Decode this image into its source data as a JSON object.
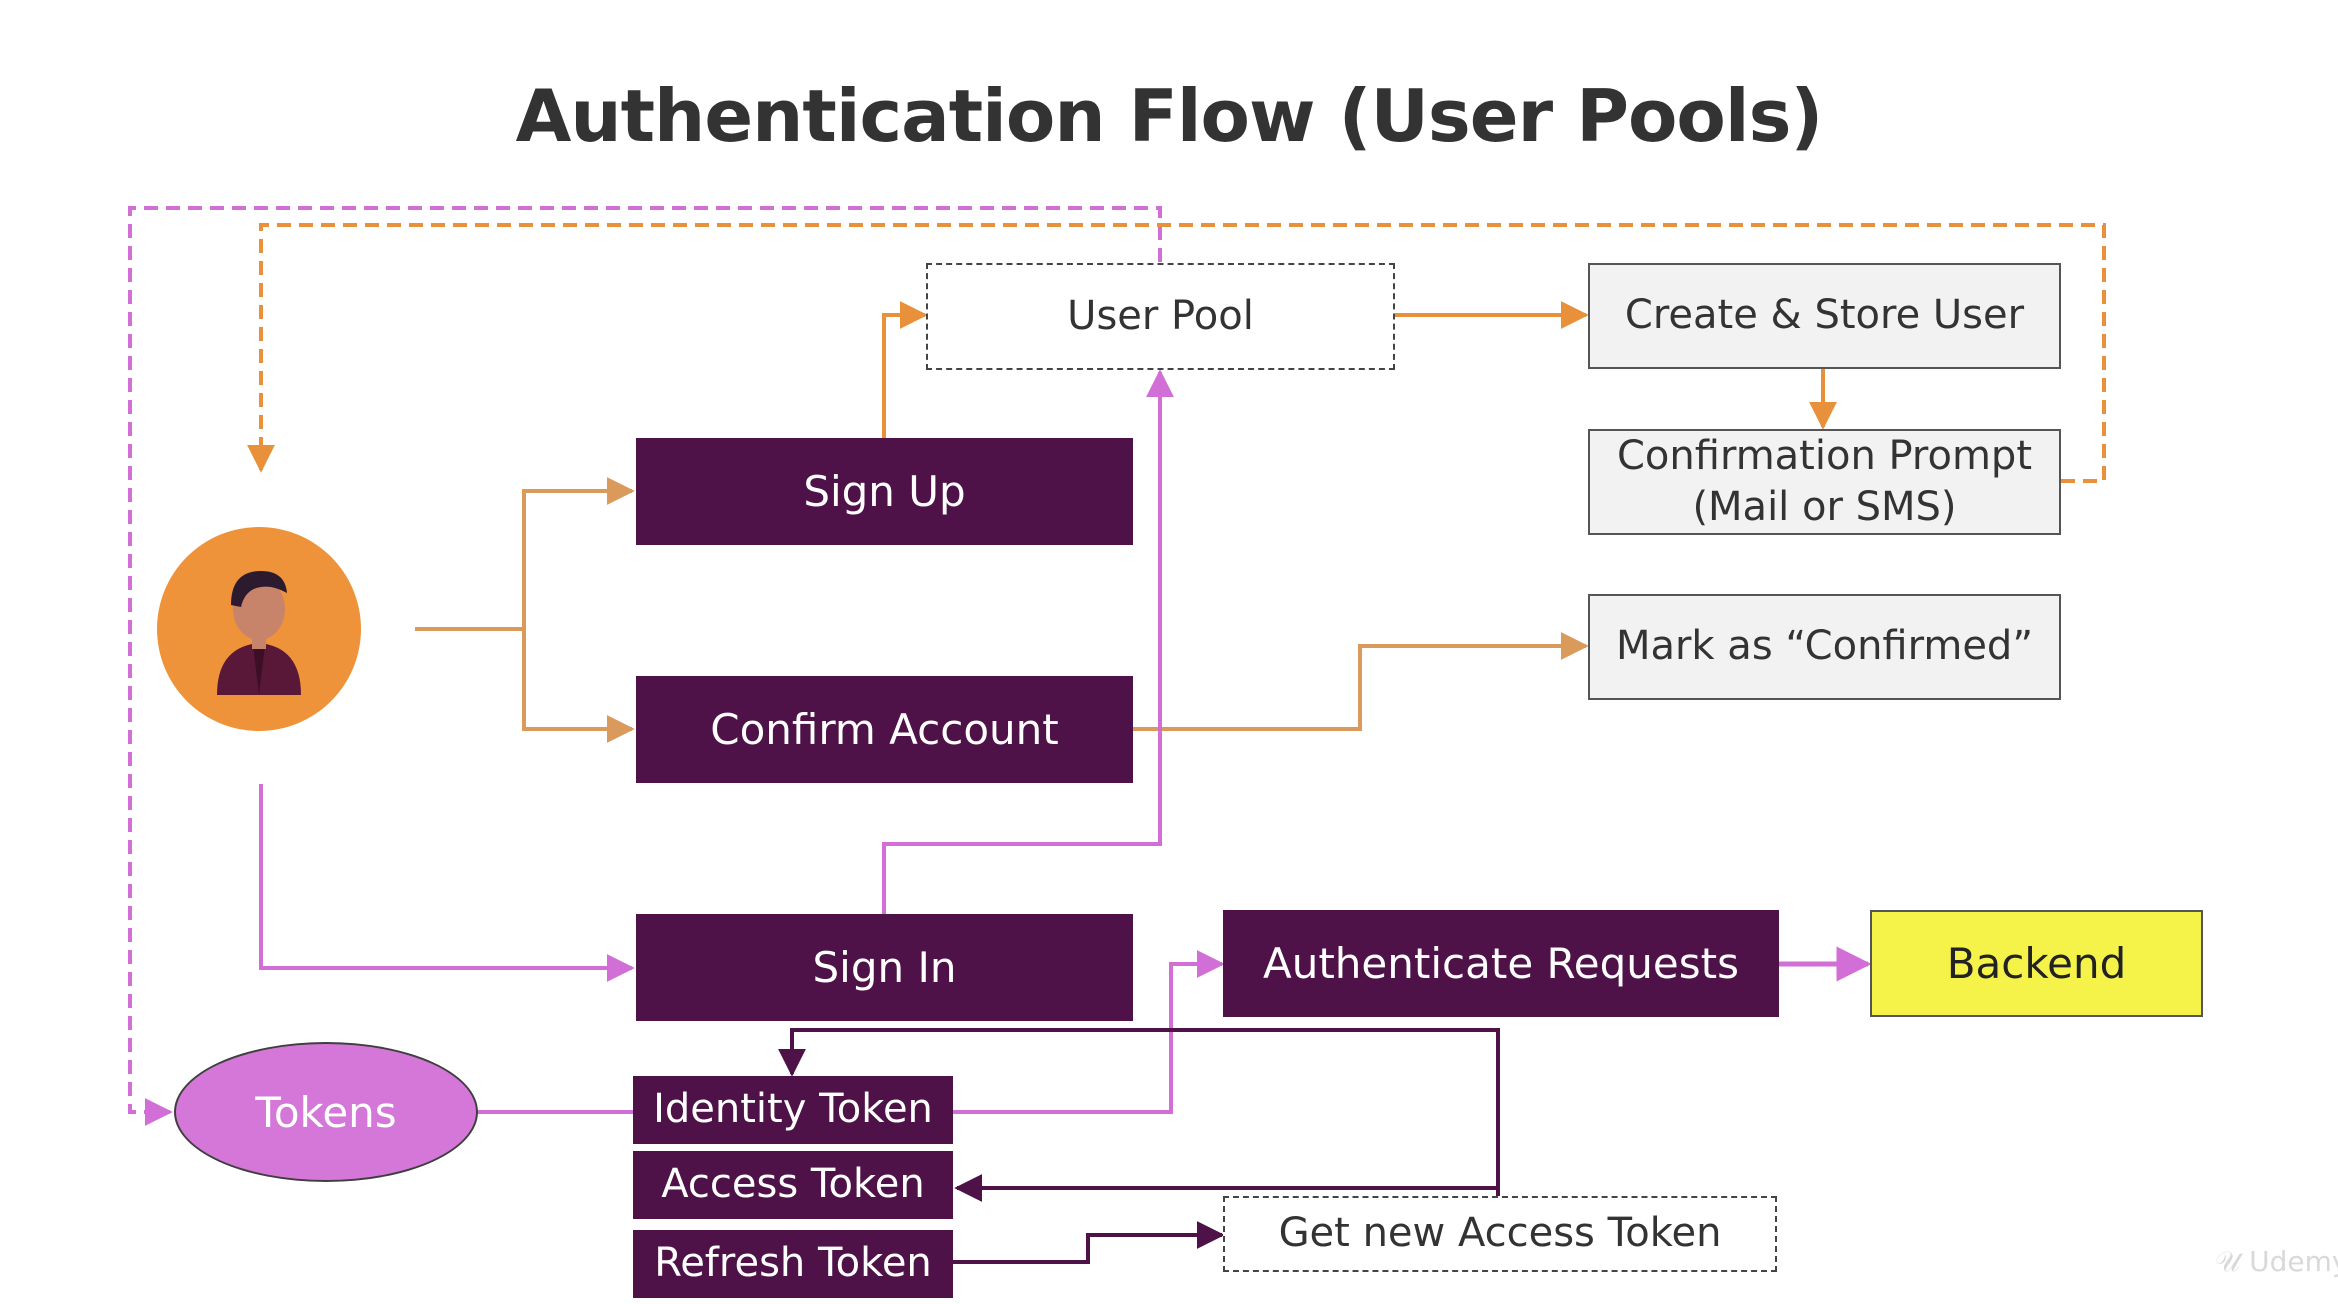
{
  "title": "Authentication Flow (User Pools)",
  "nodes": {
    "user_pool": "User Pool",
    "create_store_user": "Create & Store User",
    "confirmation_prompt": {
      "line1": "Confirmation Prompt",
      "line2": "(Mail or SMS)"
    },
    "mark_confirmed": "Mark as “Confirmed”",
    "sign_up": "Sign Up",
    "confirm_account": "Confirm Account",
    "sign_in": "Sign In",
    "authenticate_requests": "Authenticate Requests",
    "backend": "Backend",
    "tokens": "Tokens",
    "identity_token": "Identity Token",
    "access_token": "Access Token",
    "refresh_token": "Refresh Token",
    "get_new_access_token": "Get new Access Token"
  },
  "colors": {
    "node_purple": "#4e1248",
    "orange_flow": "#e8913a",
    "tan_flow": "#d99a5b",
    "pink_flow": "#d16fd6",
    "dark_flow": "#4e1248",
    "avatar_bg": "#ee933a",
    "backend_yellow": "#f5f34a",
    "tokens_pink": "#d477d9"
  },
  "icons": {
    "user_avatar": "user-avatar-icon"
  },
  "watermark": "Udemy"
}
